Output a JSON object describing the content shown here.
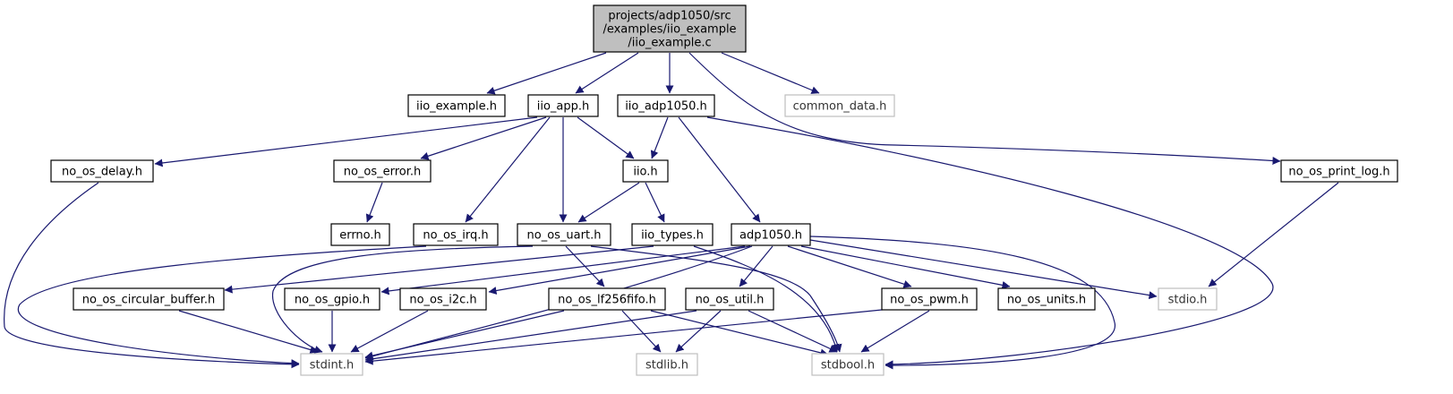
{
  "diagram": {
    "colors": {
      "edge": "#191970",
      "box_border": "#000000",
      "box_border_system": "#bfbfbf",
      "root_fill": "#bfbfbf",
      "text": "#000000",
      "text_system": "#333333"
    },
    "nodes": {
      "root": {
        "lines": [
          "projects/adp1050/src",
          "/examples/iio_example",
          "/iio_example.c"
        ],
        "kind": "root"
      },
      "iio_example_h": {
        "label": "iio_example.h",
        "kind": "local"
      },
      "iio_app_h": {
        "label": "iio_app.h",
        "kind": "local"
      },
      "iio_adp1050_h": {
        "label": "iio_adp1050.h",
        "kind": "local"
      },
      "common_data_h": {
        "label": "common_data.h",
        "kind": "system"
      },
      "no_os_delay_h": {
        "label": "no_os_delay.h",
        "kind": "local"
      },
      "no_os_error_h": {
        "label": "no_os_error.h",
        "kind": "local"
      },
      "iio_h": {
        "label": "iio.h",
        "kind": "local"
      },
      "no_os_print_log_h": {
        "label": "no_os_print_log.h",
        "kind": "local"
      },
      "errno_h": {
        "label": "errno.h",
        "kind": "local"
      },
      "no_os_irq_h": {
        "label": "no_os_irq.h",
        "kind": "local"
      },
      "no_os_uart_h": {
        "label": "no_os_uart.h",
        "kind": "local"
      },
      "iio_types_h": {
        "label": "iio_types.h",
        "kind": "local"
      },
      "adp1050_h": {
        "label": "adp1050.h",
        "kind": "local"
      },
      "no_os_circular_buffer_h": {
        "label": "no_os_circular_buffer.h",
        "kind": "local"
      },
      "no_os_gpio_h": {
        "label": "no_os_gpio.h",
        "kind": "local"
      },
      "no_os_i2c_h": {
        "label": "no_os_i2c.h",
        "kind": "local"
      },
      "no_os_lf256fifo_h": {
        "label": "no_os_lf256fifo.h",
        "kind": "local"
      },
      "no_os_util_h": {
        "label": "no_os_util.h",
        "kind": "local"
      },
      "no_os_pwm_h": {
        "label": "no_os_pwm.h",
        "kind": "local"
      },
      "no_os_units_h": {
        "label": "no_os_units.h",
        "kind": "local"
      },
      "stdio_h": {
        "label": "stdio.h",
        "kind": "system"
      },
      "stdint_h": {
        "label": "stdint.h",
        "kind": "system"
      },
      "stdlib_h": {
        "label": "stdlib.h",
        "kind": "system"
      },
      "stdbool_h": {
        "label": "stdbool.h",
        "kind": "system"
      }
    },
    "edges": [
      [
        "root",
        "iio_example_h"
      ],
      [
        "root",
        "iio_app_h"
      ],
      [
        "root",
        "iio_adp1050_h"
      ],
      [
        "root",
        "common_data_h"
      ],
      [
        "root",
        "no_os_print_log_h"
      ],
      [
        "iio_app_h",
        "no_os_delay_h"
      ],
      [
        "iio_app_h",
        "no_os_error_h"
      ],
      [
        "iio_app_h",
        "iio_h"
      ],
      [
        "iio_app_h",
        "no_os_irq_h"
      ],
      [
        "iio_app_h",
        "no_os_uart_h"
      ],
      [
        "iio_adp1050_h",
        "iio_h"
      ],
      [
        "iio_adp1050_h",
        "adp1050_h"
      ],
      [
        "iio_adp1050_h",
        "stdbool_h"
      ],
      [
        "no_os_delay_h",
        "stdint_h"
      ],
      [
        "no_os_error_h",
        "errno_h"
      ],
      [
        "iio_h",
        "no_os_uart_h"
      ],
      [
        "iio_h",
        "iio_types_h"
      ],
      [
        "no_os_print_log_h",
        "stdio_h"
      ],
      [
        "no_os_irq_h",
        "stdint_h"
      ],
      [
        "no_os_uart_h",
        "no_os_lf256fifo_h"
      ],
      [
        "no_os_uart_h",
        "stdint_h"
      ],
      [
        "no_os_uart_h",
        "stdbool_h"
      ],
      [
        "iio_types_h",
        "no_os_circular_buffer_h"
      ],
      [
        "iio_types_h",
        "stdbool_h"
      ],
      [
        "adp1050_h",
        "no_os_gpio_h"
      ],
      [
        "adp1050_h",
        "no_os_i2c_h"
      ],
      [
        "adp1050_h",
        "no_os_util_h"
      ],
      [
        "adp1050_h",
        "no_os_pwm_h"
      ],
      [
        "adp1050_h",
        "no_os_units_h"
      ],
      [
        "adp1050_h",
        "stdio_h"
      ],
      [
        "adp1050_h",
        "stdint_h"
      ],
      [
        "adp1050_h",
        "stdbool_h"
      ],
      [
        "no_os_circular_buffer_h",
        "stdint_h"
      ],
      [
        "no_os_gpio_h",
        "stdint_h"
      ],
      [
        "no_os_i2c_h",
        "stdint_h"
      ],
      [
        "no_os_lf256fifo_h",
        "stdint_h"
      ],
      [
        "no_os_lf256fifo_h",
        "stdlib_h"
      ],
      [
        "no_os_lf256fifo_h",
        "stdbool_h"
      ],
      [
        "no_os_util_h",
        "stdint_h"
      ],
      [
        "no_os_util_h",
        "stdlib_h"
      ],
      [
        "no_os_util_h",
        "stdbool_h"
      ],
      [
        "no_os_pwm_h",
        "stdint_h"
      ],
      [
        "no_os_pwm_h",
        "stdbool_h"
      ]
    ]
  }
}
